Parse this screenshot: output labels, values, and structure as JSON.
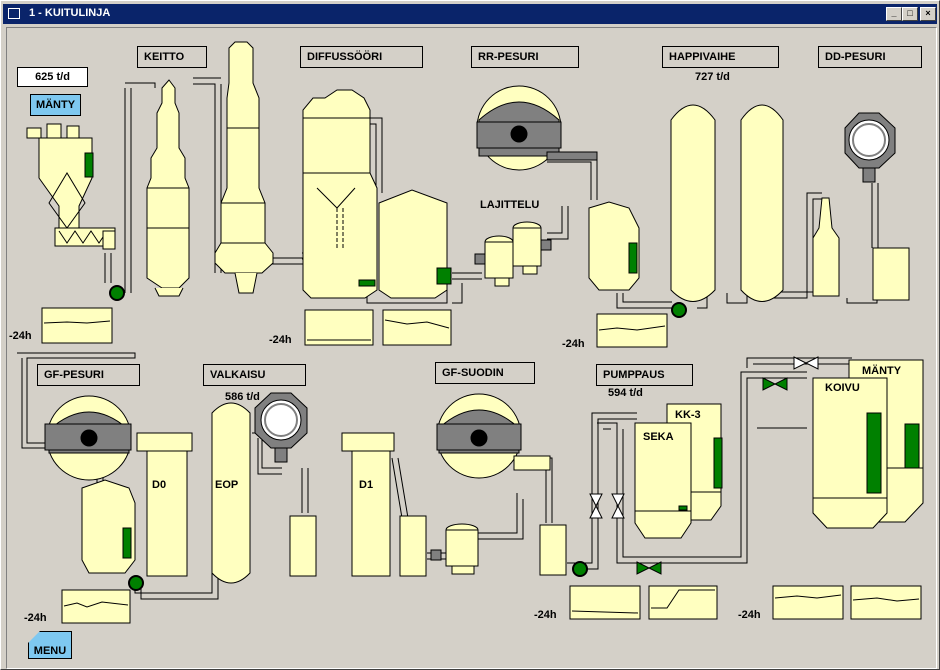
{
  "window": {
    "title": "1 - KUITULINJA",
    "min": "_",
    "max": "□",
    "close": "×"
  },
  "sections": {
    "keitto": "KEITTO",
    "diffuusoori": "DIFFUSSÖÖRI",
    "rr_pesuri": "RR-PESURI",
    "happivaihe": "HAPPIVAIHE",
    "dd_pesuri": "DD-PESURI",
    "gf_pesuri": "GF-PESURI",
    "valkaisu": "VALKAISU",
    "gf_suodin": "GF-SUODIN",
    "pumppaus": "PUMPPAUS"
  },
  "values": {
    "feed_rate": "625 t/d",
    "happivaihe_rate": "727 t/d",
    "valkaisu_rate": "586 t/d",
    "pumppaus_rate": "594 t/d"
  },
  "buttons": {
    "manty": "MÄNTY",
    "menu": "MENU"
  },
  "tower_labels": {
    "lajittelu": "LAJITTELU",
    "d0": "D0",
    "eop": "EOP",
    "d1": "D1",
    "kk3": "KK-3",
    "seka": "SEKA",
    "koivu": "KOIVU",
    "manty_tank": "MÄNTY"
  },
  "trend_label": "-24h",
  "colors": {
    "vessel": "#ffffc0",
    "valve_green": "#008000",
    "level_green": "#008000",
    "button_blue": "#7ec8f0",
    "title_blue": "#0a246a"
  }
}
